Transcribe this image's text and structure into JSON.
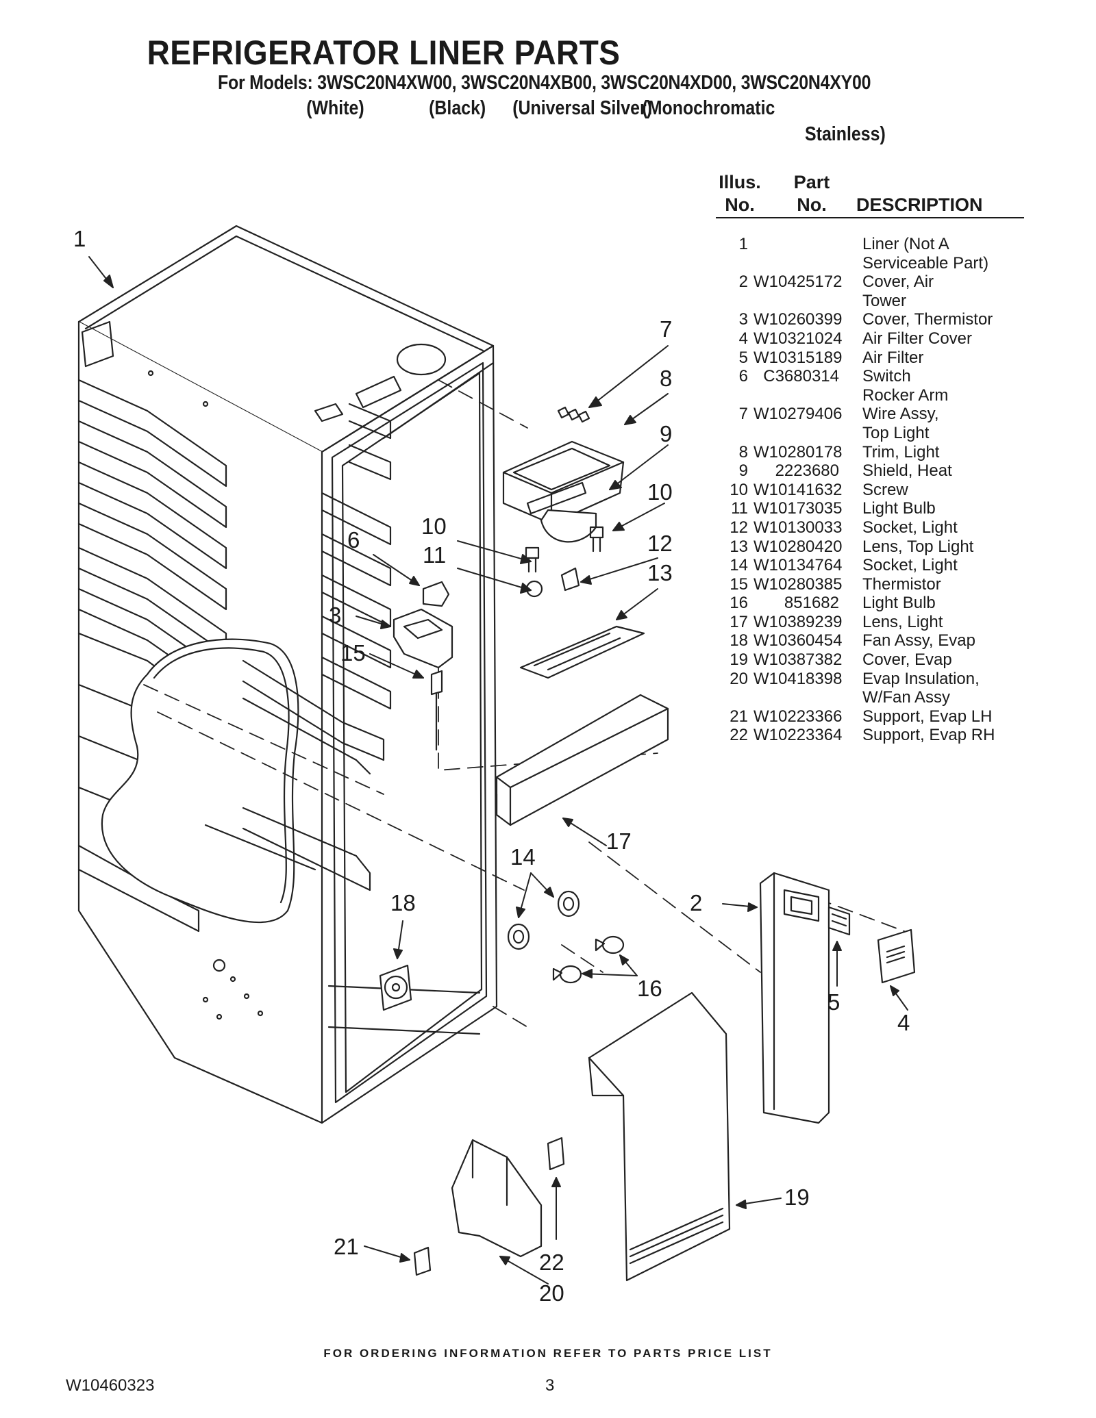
{
  "header": {
    "title": "REFRIGERATOR LINER PARTS",
    "models_line": "For Models: 3WSC20N4XW00, 3WSC20N4XB00, 3WSC20N4XD00, 3WSC20N4XY00",
    "colors": [
      "(White)",
      "(Black)",
      "(Universal Silver)",
      "(Monochromatic"
    ],
    "colors_cont": "Stainless)"
  },
  "table": {
    "headers": {
      "illus": [
        "Illus.",
        "No."
      ],
      "part": [
        "Part",
        "No."
      ],
      "description": "DESCRIPTION"
    },
    "rows": [
      {
        "no": "1",
        "part": "",
        "desc": "Liner (Not A"
      },
      {
        "no": "",
        "part": "",
        "desc": "Serviceable Part)"
      },
      {
        "no": "2",
        "part": "W10425172",
        "desc": "Cover, Air"
      },
      {
        "no": "",
        "part": "",
        "desc": "Tower"
      },
      {
        "no": "3",
        "part": "W10260399",
        "desc": "Cover, Thermistor"
      },
      {
        "no": "4",
        "part": "W10321024",
        "desc": "Air Filter Cover"
      },
      {
        "no": "5",
        "part": "W10315189",
        "desc": "Air Filter"
      },
      {
        "no": "6",
        "part": "C3680314",
        "desc": "Switch"
      },
      {
        "no": "",
        "part": "",
        "desc": "Rocker Arm"
      },
      {
        "no": "7",
        "part": "W10279406",
        "desc": "Wire Assy,"
      },
      {
        "no": "",
        "part": "",
        "desc": "Top Light"
      },
      {
        "no": "8",
        "part": "W10280178",
        "desc": "Trim, Light"
      },
      {
        "no": "9",
        "part": "2223680",
        "desc": "Shield, Heat"
      },
      {
        "no": "10",
        "part": "W10141632",
        "desc": "Screw"
      },
      {
        "no": "11",
        "part": "W10173035",
        "desc": "Light Bulb"
      },
      {
        "no": "12",
        "part": "W10130033",
        "desc": "Socket, Light"
      },
      {
        "no": "13",
        "part": "W10280420",
        "desc": "Lens, Top Light"
      },
      {
        "no": "14",
        "part": "W10134764",
        "desc": "Socket, Light"
      },
      {
        "no": "15",
        "part": "W10280385",
        "desc": "Thermistor"
      },
      {
        "no": "16",
        "part": "851682",
        "desc": "Light Bulb"
      },
      {
        "no": "17",
        "part": "W10389239",
        "desc": "Lens, Light"
      },
      {
        "no": "18",
        "part": "W10360454",
        "desc": "Fan Assy, Evap"
      },
      {
        "no": "19",
        "part": "W10387382",
        "desc": "Cover, Evap"
      },
      {
        "no": "20",
        "part": "W10418398",
        "desc": "Evap Insulation,"
      },
      {
        "no": "",
        "part": "",
        "desc": "W/Fan Assy"
      },
      {
        "no": "21",
        "part": "W10223366",
        "desc": "Support, Evap LH"
      },
      {
        "no": "22",
        "part": "W10223364",
        "desc": "Support, Evap RH"
      }
    ]
  },
  "callouts": [
    "1",
    "2",
    "3",
    "4",
    "5",
    "6",
    "7",
    "8",
    "9",
    "10",
    "10",
    "11",
    "12",
    "13",
    "14",
    "15",
    "16",
    "17",
    "18",
    "19",
    "20",
    "21",
    "22"
  ],
  "footer": {
    "ordering_note": "FOR ORDERING INFORMATION REFER TO PARTS PRICE LIST",
    "doc_number": "W10460323",
    "page_number": "3"
  }
}
